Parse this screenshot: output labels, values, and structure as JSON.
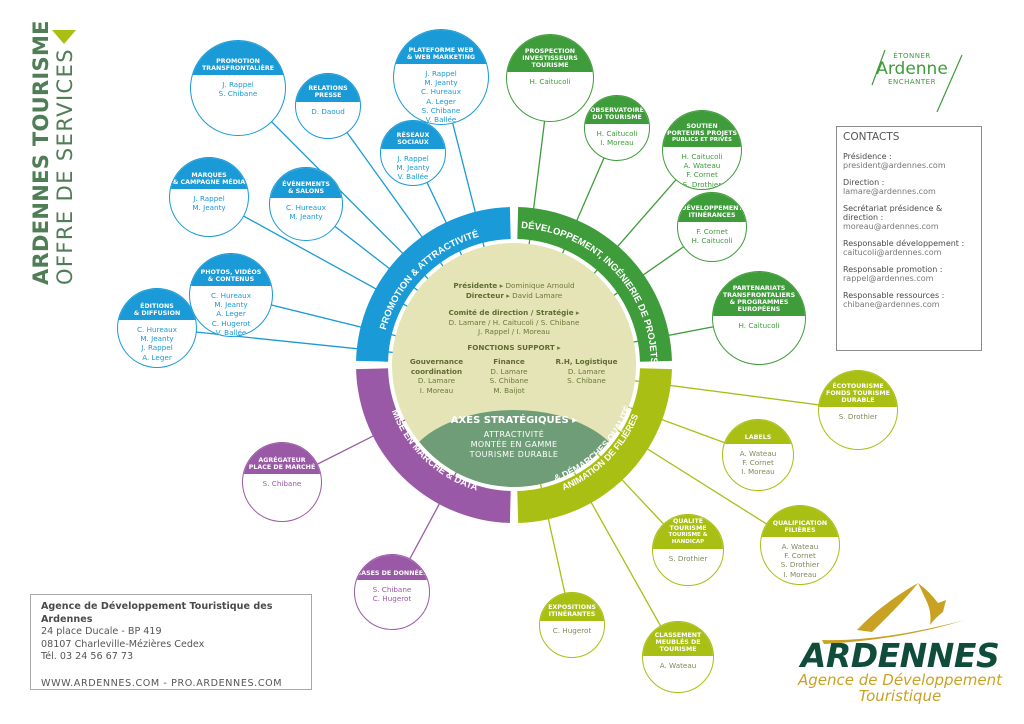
{
  "side_title": {
    "main": "ARDENNES TOURISME",
    "sub": "OFFRE DE SERVICES"
  },
  "colors": {
    "promotion": "#1a9ad6",
    "developpement": "#3e9c3a",
    "animation": "#a9bf14",
    "marche": "#9a59a6",
    "hub": "#e4e4b6",
    "axes": "#6f9d78",
    "title": "#4f7d55",
    "gold": "#c9a224",
    "darkgreen": "#0f4d3a"
  },
  "hub": {
    "sectors": {
      "promotion": "PROMOTION & ATTRACTIVITÉ",
      "developpement": "DÉVELOPPEMENT, INGÉNIERIE DE PROJETS",
      "animation_line1": "ANIMATION DE FILIÈRES",
      "animation_line2": "& DÉMARCHES QUALITÉ",
      "marche": "MISE EN MARCHÉ & DATA"
    },
    "presidente_label": "Présidente",
    "presidente": "Dominique Arnould",
    "directeur_label": "Directeur",
    "directeur": "David Lamare",
    "comite_label": "Comité de direction / Stratégie",
    "comite_line1": "D. Lamare / H. Caitucoli / S. Chibane",
    "comite_line2": "J. Rappel / I. Moreau",
    "fonctions_label": "FONCTIONS SUPPORT",
    "fonctions": [
      {
        "title1": "Gouvernance",
        "title2": "coordination",
        "names": [
          "D. Lamare",
          "I. Moreau"
        ]
      },
      {
        "title1": "Finance",
        "title2": "",
        "names": [
          "D. Lamare",
          "S. Chibane",
          "M. Baijot"
        ]
      },
      {
        "title1": "R.H, Logistique",
        "title2": "",
        "names": [
          "D. Lamare",
          "S. Chibane"
        ]
      }
    ],
    "axes_label": "AXES STRATÉGIQUES",
    "axes": [
      "ATTRACTIVITÉ",
      "MONTÉE EN GAMME",
      "TOURISME DURABLE"
    ]
  },
  "nodes": [
    {
      "id": "promo-transfrontaliere",
      "group": "promotion",
      "title": [
        "PROMOTION",
        "TRANSFRONTALIÈRE"
      ],
      "names": [
        "J. Rappel",
        "S. Chibane"
      ]
    },
    {
      "id": "relations-presse",
      "group": "promotion",
      "title": [
        "RELATIONS",
        "PRESSE"
      ],
      "names": [
        "D. Daoud"
      ]
    },
    {
      "id": "plateforme-web",
      "group": "promotion",
      "title": [
        "PLATEFORME WEB",
        "& WEB MARKETING"
      ],
      "names": [
        "J. Rappel",
        "M. Jeanty",
        "C. Hureaux",
        "A. Leger",
        "S. Chibane",
        "V. Ballée"
      ]
    },
    {
      "id": "reseaux-sociaux",
      "group": "promotion",
      "title": [
        "RÉSEAUX",
        "SOCIAUX"
      ],
      "names": [
        "J. Rappel",
        "M. Jeanty",
        "V. Ballée"
      ]
    },
    {
      "id": "marques",
      "group": "promotion",
      "title": [
        "MARQUES",
        "& CAMPAGNE MÉDIA"
      ],
      "names": [
        "J. Rappel",
        "M. Jeanty"
      ]
    },
    {
      "id": "evenements",
      "group": "promotion",
      "title": [
        "ÉVÈNEMENTS",
        "& SALONS"
      ],
      "names": [
        "C. Hureaux",
        "M. Jeanty"
      ]
    },
    {
      "id": "photos",
      "group": "promotion",
      "title": [
        "PHOTOS, VIDÉOS",
        "& CONTENUS"
      ],
      "names": [
        "C. Hureaux",
        "M. Jeanty",
        "A. Leger",
        "C. Hugerot",
        "V. Ballée"
      ]
    },
    {
      "id": "editions",
      "group": "promotion",
      "title": [
        "ÉDITIONS",
        "& DIFFUSION"
      ],
      "names": [
        "C. Hureaux",
        "M. Jeanty",
        "J. Rappel",
        "A. Leger"
      ]
    },
    {
      "id": "prospection",
      "group": "developpement",
      "title": [
        "PROSPECTION",
        "INVESTISSEURS",
        "TOURISME"
      ],
      "names": [
        "H. Caitucoli"
      ]
    },
    {
      "id": "observatoire",
      "group": "developpement",
      "title": [
        "OBSERVATOIRE",
        "DU TOURISME"
      ],
      "names": [
        "H. Caitucoli",
        "I. Moreau"
      ]
    },
    {
      "id": "soutien",
      "group": "developpement",
      "title": [
        "SOUTIEN",
        "PORTEURS PROJETS",
        "PUBLICS ET PRIVÉS"
      ],
      "names": [
        "H. Caitucoli",
        "A. Wateau",
        "F. Cornet",
        "S. Drothier"
      ]
    },
    {
      "id": "itinerances",
      "group": "developpement",
      "title": [
        "DÉVELOPPEMENT",
        "ITINÉRANCES"
      ],
      "names": [
        "F. Cornet",
        "H. Caitucoli"
      ]
    },
    {
      "id": "partenariats",
      "group": "developpement",
      "title": [
        "PARTENARIATS",
        "TRANSFRONTALIERS",
        "& PROGRAMMES",
        "EUROPÉENS"
      ],
      "names": [
        "H. Caitucoli"
      ]
    },
    {
      "id": "ecotourisme",
      "group": "animation",
      "title": [
        "ÉCOTOURISME",
        "FONDS TOURISME",
        "DURABLE"
      ],
      "names": [
        "S. Drothier"
      ]
    },
    {
      "id": "labels",
      "group": "animation",
      "title": [
        "LABELS"
      ],
      "names": [
        "A. Wateau",
        "F. Cornet",
        "I. Moreau"
      ]
    },
    {
      "id": "qualification",
      "group": "animation",
      "title": [
        "QUALIFICATION",
        "FILIÈRES"
      ],
      "names": [
        "A. Wateau",
        "F. Cornet",
        "S. Drothier",
        "I. Moreau"
      ]
    },
    {
      "id": "qualite",
      "group": "animation",
      "title": [
        "QUALITÉ",
        "TOURISME",
        "TOURISME & HANDICAP"
      ],
      "names": [
        "S. Drothier"
      ]
    },
    {
      "id": "classement",
      "group": "animation",
      "title": [
        "CLASSEMENT",
        "MEUBLÉS DE",
        "TOURISME"
      ],
      "names": [
        "A. Wateau"
      ]
    },
    {
      "id": "expositions",
      "group": "animation",
      "title": [
        "EXPOSITIONS",
        "ITINÉRANTES"
      ],
      "names": [
        "C. Hugerot"
      ]
    },
    {
      "id": "agregateur",
      "group": "marche",
      "title": [
        "AGRÉGATEUR",
        "PLACE DE MARCHÉ"
      ],
      "names": [
        "S. Chibane"
      ]
    },
    {
      "id": "bases-donnees",
      "group": "marche",
      "title": [
        "BASES DE DONNÉES"
      ],
      "names": [
        "S. Chibane",
        "C. Hugerot"
      ]
    }
  ],
  "brand_top": {
    "line1": "ÉTONNER",
    "name": "Ardenne",
    "line2": "ENCHANTER"
  },
  "contacts": {
    "title": "CONTACTS",
    "items": [
      {
        "label": "Présidence :",
        "email": "president@ardennes.com"
      },
      {
        "label": "Direction :",
        "email": "lamare@ardennes.com"
      },
      {
        "label": "Secrétariat présidence & direction :",
        "email": "moreau@ardennes.com"
      },
      {
        "label": "Responsable développement :",
        "email": "caitucoli@ardennes.com"
      },
      {
        "label": "Responsable promotion :",
        "email": "rappel@ardennes.com"
      },
      {
        "label": "Responsable ressources :",
        "email": "chibane@ardennes.com"
      }
    ]
  },
  "address": {
    "name": "Agence de Développement Touristique des Ardennes",
    "street": "24 place Ducale - BP 419",
    "city": "08107 Charleville-Mézières Cedex",
    "phone": "Tél. 03 24 56 67 73",
    "web": "WWW.ARDENNES.COM - PRO.ARDENNES.COM"
  },
  "logo": {
    "name": "ARDENNES",
    "tagline1": "Agence de Développement",
    "tagline2": "Touristique"
  }
}
